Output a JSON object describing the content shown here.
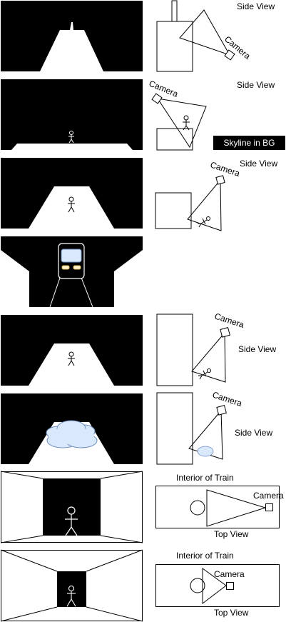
{
  "labels": {
    "side_view": "Side View",
    "camera": "Camera",
    "skyline_in_bg": "Skyline in BG",
    "interior_of_train": "Interior of Train",
    "top_view": "Top View"
  }
}
